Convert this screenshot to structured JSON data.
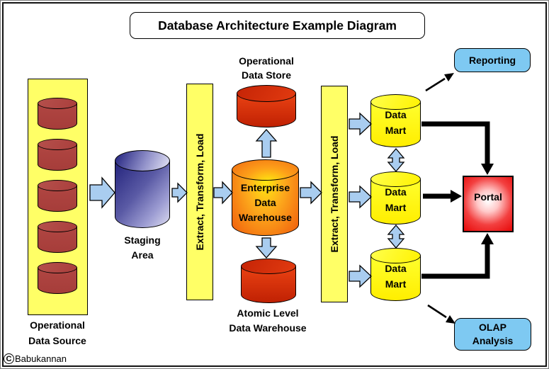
{
  "title": "Database Architecture Example Diagram",
  "copyright": {
    "symbol": "C",
    "name": "Babukannan"
  },
  "colors": {
    "container_yellow": "#FFFF66",
    "data_mart_yellow": "#FFF200",
    "source_cylinder_red": "#B04642",
    "store_cylinder_red": "#E23C10",
    "edw_orange": "#FDAB1C",
    "edw_core_yellow": "#FFE810",
    "staging_blue_dark": "#23237C",
    "staging_blue_light": "#DCDCF0",
    "flow_arrow_blue": "#A9CDF0",
    "callout_blue": "#7EC9F2",
    "portal_red": "#E60808"
  },
  "nodes": {
    "source": {
      "lines": [
        "Operational",
        "Data Source"
      ]
    },
    "staging": {
      "lines": [
        "Staging",
        "Area"
      ]
    },
    "etl_left": {
      "label": "Extract, Transform, Load"
    },
    "etl_right": {
      "label": "Extract, Transform, Load"
    },
    "ods": {
      "lines": [
        "Operational",
        "Data Store"
      ]
    },
    "edw": {
      "lines": [
        "Enterprise",
        "Data",
        "Warehouse"
      ]
    },
    "atomic": {
      "lines": [
        "Atomic Level",
        "Data Warehouse"
      ]
    },
    "data_mart_1": {
      "lines": [
        "Data",
        "Mart"
      ]
    },
    "data_mart_2": {
      "lines": [
        "Data",
        "Mart"
      ]
    },
    "data_mart_3": {
      "lines": [
        "Data",
        "Mart"
      ]
    },
    "portal": {
      "label": "Portal"
    },
    "reporting": {
      "label": "Reporting"
    },
    "olap": {
      "lines": [
        "OLAP",
        "Analysis"
      ]
    }
  }
}
